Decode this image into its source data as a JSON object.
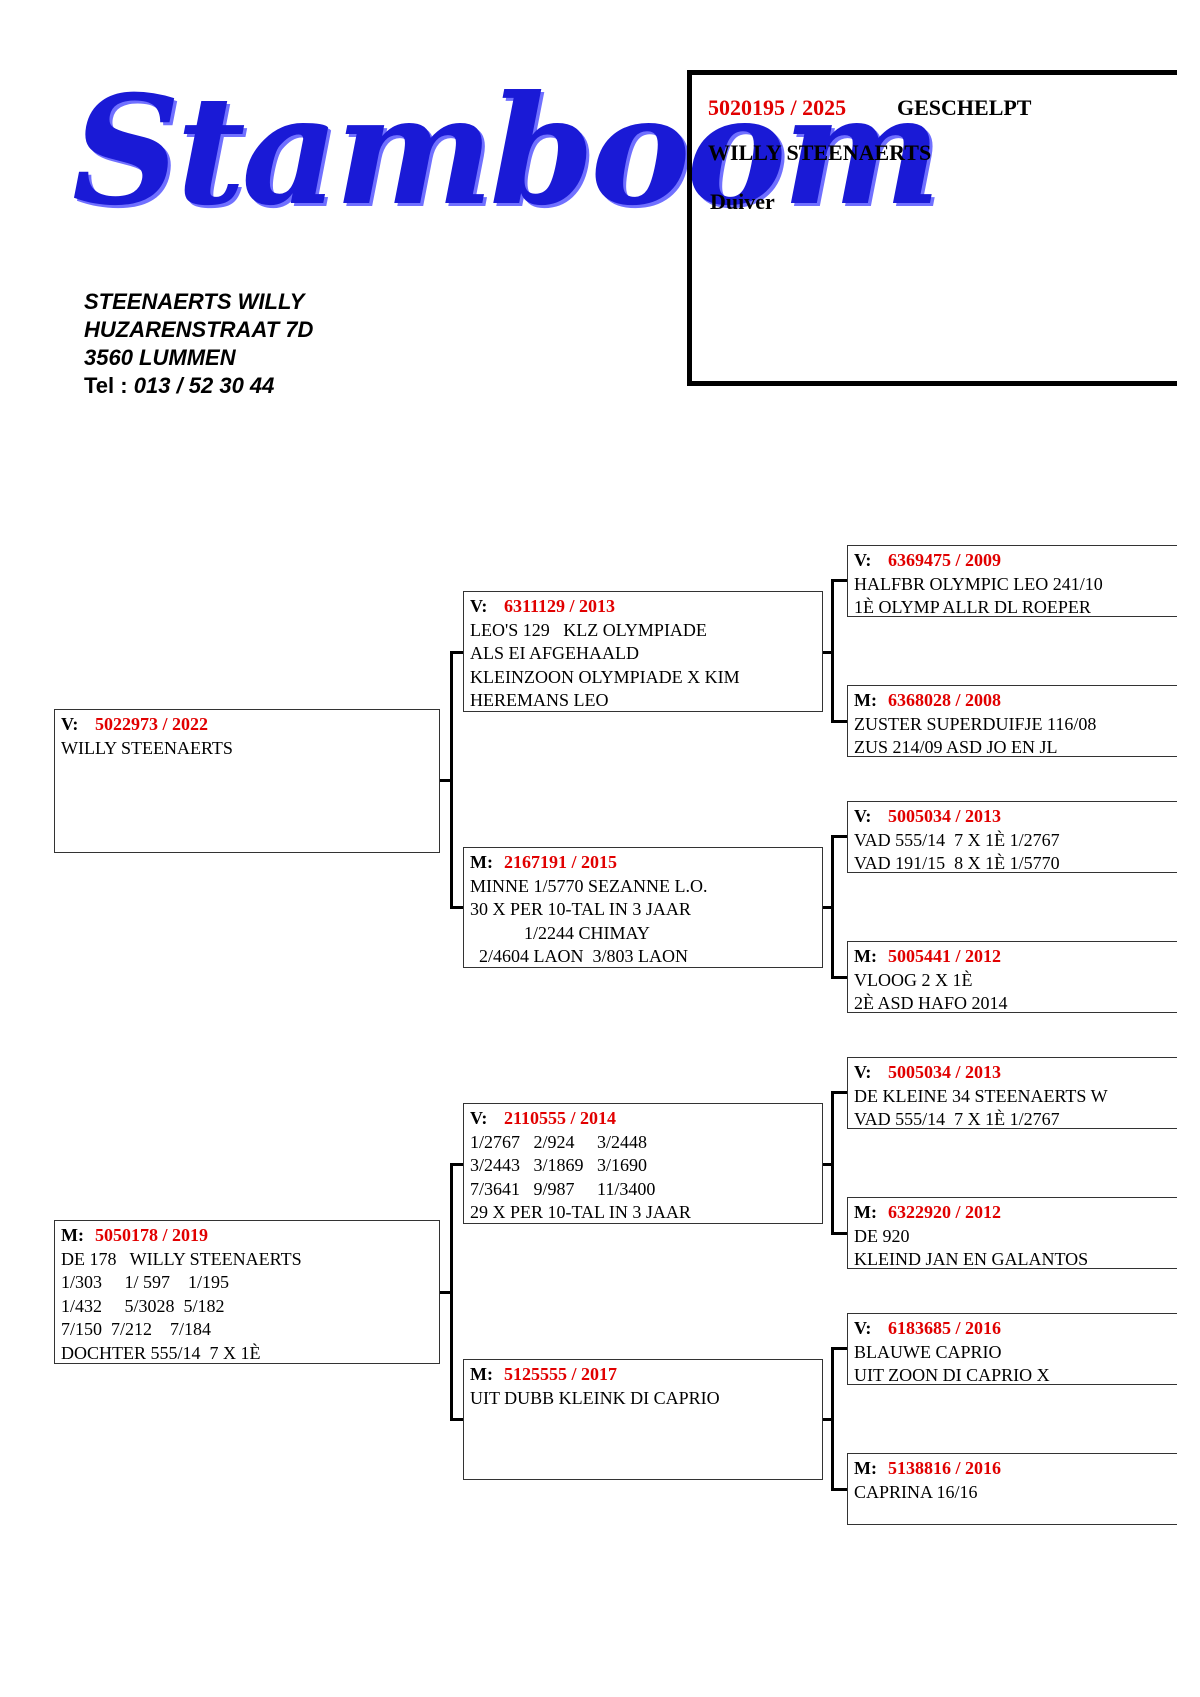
{
  "logo": {
    "text": "Stamboom",
    "color": "#1a1ad6"
  },
  "owner": {
    "name": "STEENAERTS WILLY",
    "street": "HUZARENSTRAAT 7D",
    "city": "3560 LUMMEN",
    "tel_label": "Tel :",
    "tel": "013 / 52 30 44"
  },
  "pigeon": {
    "ring": "5020195 / 2025",
    "status": "GESCHELPT",
    "name": "WILLY STEENAERTS",
    "sex": "Duiver"
  },
  "colors": {
    "ring": "#e10000",
    "text": "#000000"
  },
  "pedigree": {
    "father": {
      "sex": "V:",
      "ring": "5022973 / 2022",
      "lines": [
        "WILLY STEENAERTS"
      ]
    },
    "mother": {
      "sex": "M:",
      "ring": "5050178 / 2019",
      "lines": [
        "DE 178   WILLY STEENAERTS",
        "1/303     1/ 597    1/195",
        "1/432     5/3028  5/182",
        "7/150  7/212    7/184",
        "DOCHTER 555/14  7 X 1È"
      ]
    },
    "ff": {
      "sex": "V:",
      "ring": "6311129 / 2013",
      "lines": [
        "LEO'S 129   KLZ OLYMPIADE",
        "ALS EI AFGEHAALD",
        "KLEINZOON OLYMPIADE X KIM",
        "HEREMANS LEO"
      ]
    },
    "fm": {
      "sex": "M:",
      "ring": "2167191 / 2015",
      "lines": [
        "MINNE 1/5770 SEZANNE L.O.",
        "30 X PER 10-TAL IN 3 JAAR",
        "            1/2244 CHIMAY",
        "  2/4604 LAON  3/803 LAON"
      ]
    },
    "mf": {
      "sex": "V:",
      "ring": "2110555 / 2014",
      "lines": [
        "1/2767   2/924     3/2448",
        "3/2443   3/1869   3/1690",
        "7/3641   9/987     11/3400",
        "29 X PER 10-TAL IN 3 JAAR"
      ]
    },
    "mm": {
      "sex": "M:",
      "ring": "5125555 / 2017",
      "lines": [
        "UIT DUBB KLEINK DI CAPRIO"
      ]
    },
    "fff": {
      "sex": "V:",
      "ring": "6369475 / 2009",
      "lines": [
        "HALFBR OLYMPIC LEO 241/10",
        "1È OLYMP ALLR DL ROEPER"
      ]
    },
    "ffm": {
      "sex": "M:",
      "ring": "6368028 / 2008",
      "lines": [
        "ZUSTER SUPERDUIFJE 116/08",
        "ZUS 214/09 ASD JO EN JL"
      ]
    },
    "fmf": {
      "sex": "V:",
      "ring": "5005034 / 2013",
      "lines": [
        "VAD 555/14  7 X 1È 1/2767",
        "VAD 191/15  8 X 1È 1/5770"
      ]
    },
    "fmm": {
      "sex": "M:",
      "ring": "5005441 / 2012",
      "lines": [
        "VLOOG 2 X 1È",
        "2È ASD HAFO 2014"
      ]
    },
    "mff": {
      "sex": "V:",
      "ring": "5005034 / 2013",
      "lines": [
        "DE KLEINE 34 STEENAERTS W",
        "VAD 555/14  7 X 1È 1/2767"
      ]
    },
    "mfm": {
      "sex": "M:",
      "ring": "6322920 / 2012",
      "lines": [
        "DE 920",
        "KLEIND JAN EN GALANTOS"
      ]
    },
    "mmf": {
      "sex": "V:",
      "ring": "6183685 / 2016",
      "lines": [
        "BLAUWE CAPRIO",
        "UIT ZOON DI CAPRIO X"
      ]
    },
    "mmm": {
      "sex": "M:",
      "ring": "5138816 / 2016",
      "lines": [
        "CAPRINA 16/16"
      ]
    }
  }
}
